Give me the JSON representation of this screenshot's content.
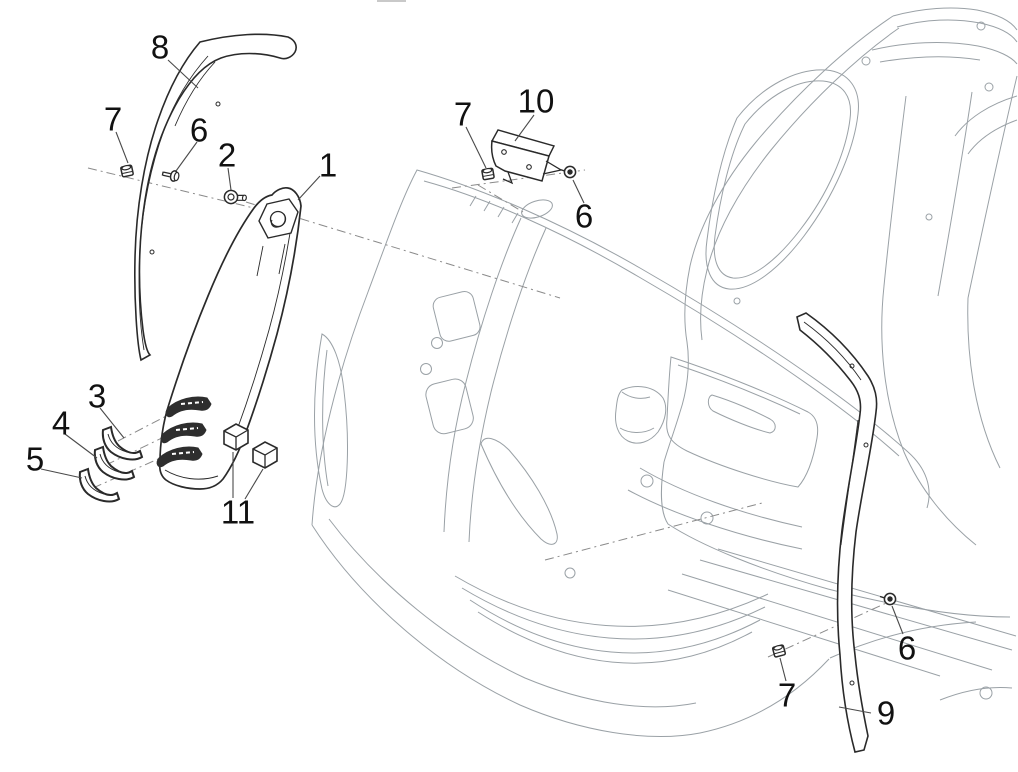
{
  "diagram": {
    "kind": "exploded-parts-diagram",
    "style": {
      "background": "#ffffff",
      "part_line_color": "#2a2a2a",
      "body_line_color": "#9aa1a6",
      "leader_line_color": "#4a4a4a",
      "centerline_color": "#8a8a8a",
      "label_color": "#111111",
      "louver_fill": "#2e2e2e"
    },
    "callouts": [
      {
        "id": "c8",
        "label": "8",
        "part": "front-edge-trim"
      },
      {
        "id": "c7a",
        "label": "7",
        "part": "clip-nut-left"
      },
      {
        "id": "c6a",
        "label": "6",
        "part": "screw-left"
      },
      {
        "id": "c2",
        "label": "2",
        "part": "grommet-nut"
      },
      {
        "id": "c1",
        "label": "1",
        "part": "front-center-trim"
      },
      {
        "id": "c7b",
        "label": "7",
        "part": "clip-nut-top"
      },
      {
        "id": "c10",
        "label": "10",
        "part": "mounting-bracket"
      },
      {
        "id": "c6b",
        "label": "6",
        "part": "screw-top"
      },
      {
        "id": "c3",
        "label": "3",
        "part": "fin-insert-upper"
      },
      {
        "id": "c4",
        "label": "4",
        "part": "fin-insert-middle"
      },
      {
        "id": "c5",
        "label": "5",
        "part": "fin-insert-lower"
      },
      {
        "id": "c11",
        "label": "11",
        "part": "spacer-blocks"
      },
      {
        "id": "c7c",
        "label": "7",
        "part": "clip-nut-bottom-right"
      },
      {
        "id": "c6c",
        "label": "6",
        "part": "screw-bottom-right"
      },
      {
        "id": "c9",
        "label": "9",
        "part": "side-trim-strip"
      }
    ]
  }
}
